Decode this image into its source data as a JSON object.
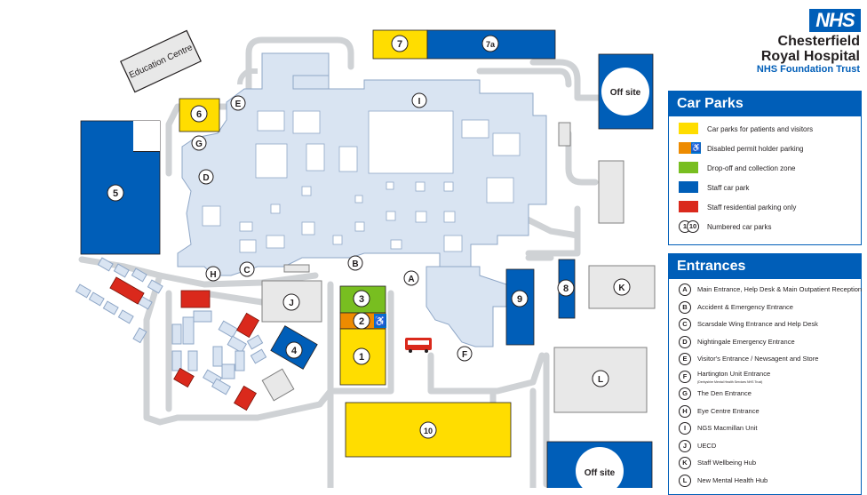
{
  "header": {
    "logo": "NHS",
    "name_line1": "Chesterfield",
    "name_line2": "Royal Hospital",
    "trust": "NHS Foundation Trust"
  },
  "colors": {
    "patients_visitors": "#ffdd00",
    "disabled": "#ed8b00",
    "dropoff": "#78be20",
    "staff": "#005eb8",
    "residential": "#da291c",
    "building": "#d9e4f2",
    "road": "#cfd2d5",
    "other_building": "#e8e8e8"
  },
  "car_parks": {
    "title": "Car Parks",
    "items": [
      {
        "label": "Car parks for patients and visitors",
        "color": "#ffdd00"
      },
      {
        "label": "Disabled permit holder parking",
        "color": "#ed8b00"
      },
      {
        "label": "Drop-off and collection zone",
        "color": "#78be20"
      },
      {
        "label": "Staff car park",
        "color": "#005eb8"
      },
      {
        "label": "Staff residential parking only",
        "color": "#da291c"
      },
      {
        "label": "Numbered car parks",
        "color": ""
      }
    ],
    "numbered_sample": [
      "1",
      "10"
    ]
  },
  "entrances": {
    "title": "Entrances",
    "items": [
      {
        "letter": "A",
        "label": "Main Entrance, Help Desk & Main Outpatient Reception"
      },
      {
        "letter": "B",
        "label": "Accident & Emergency Entrance"
      },
      {
        "letter": "C",
        "label": "Scarsdale Wing Entrance and Help Desk"
      },
      {
        "letter": "D",
        "label": "Nightingale Emergency Entrance"
      },
      {
        "letter": "E",
        "label": "Visitor's Entrance / Newsagent and Store"
      },
      {
        "letter": "F",
        "label": "Hartington Unit Entrance",
        "sub": "(Derbyshire Mental Health Services NHS Trust)"
      },
      {
        "letter": "G",
        "label": "The Den Entrance"
      },
      {
        "letter": "H",
        "label": "Eye Centre Entrance"
      },
      {
        "letter": "I",
        "label": "NGS Macmillan Unit"
      },
      {
        "letter": "J",
        "label": "UECD"
      },
      {
        "letter": "K",
        "label": "Staff Wellbeing Hub"
      },
      {
        "letter": "L",
        "label": "New Mental Health Hub"
      }
    ]
  },
  "map": {
    "education_centre": "Education Centre",
    "offsite_label": "Off site",
    "car_park_numbers": [
      "1",
      "2",
      "3",
      "4",
      "5",
      "6",
      "7",
      "7a",
      "8",
      "9",
      "10"
    ],
    "entrance_letters": [
      "A",
      "B",
      "C",
      "D",
      "E",
      "F",
      "G",
      "H",
      "I",
      "J",
      "K",
      "L"
    ]
  }
}
